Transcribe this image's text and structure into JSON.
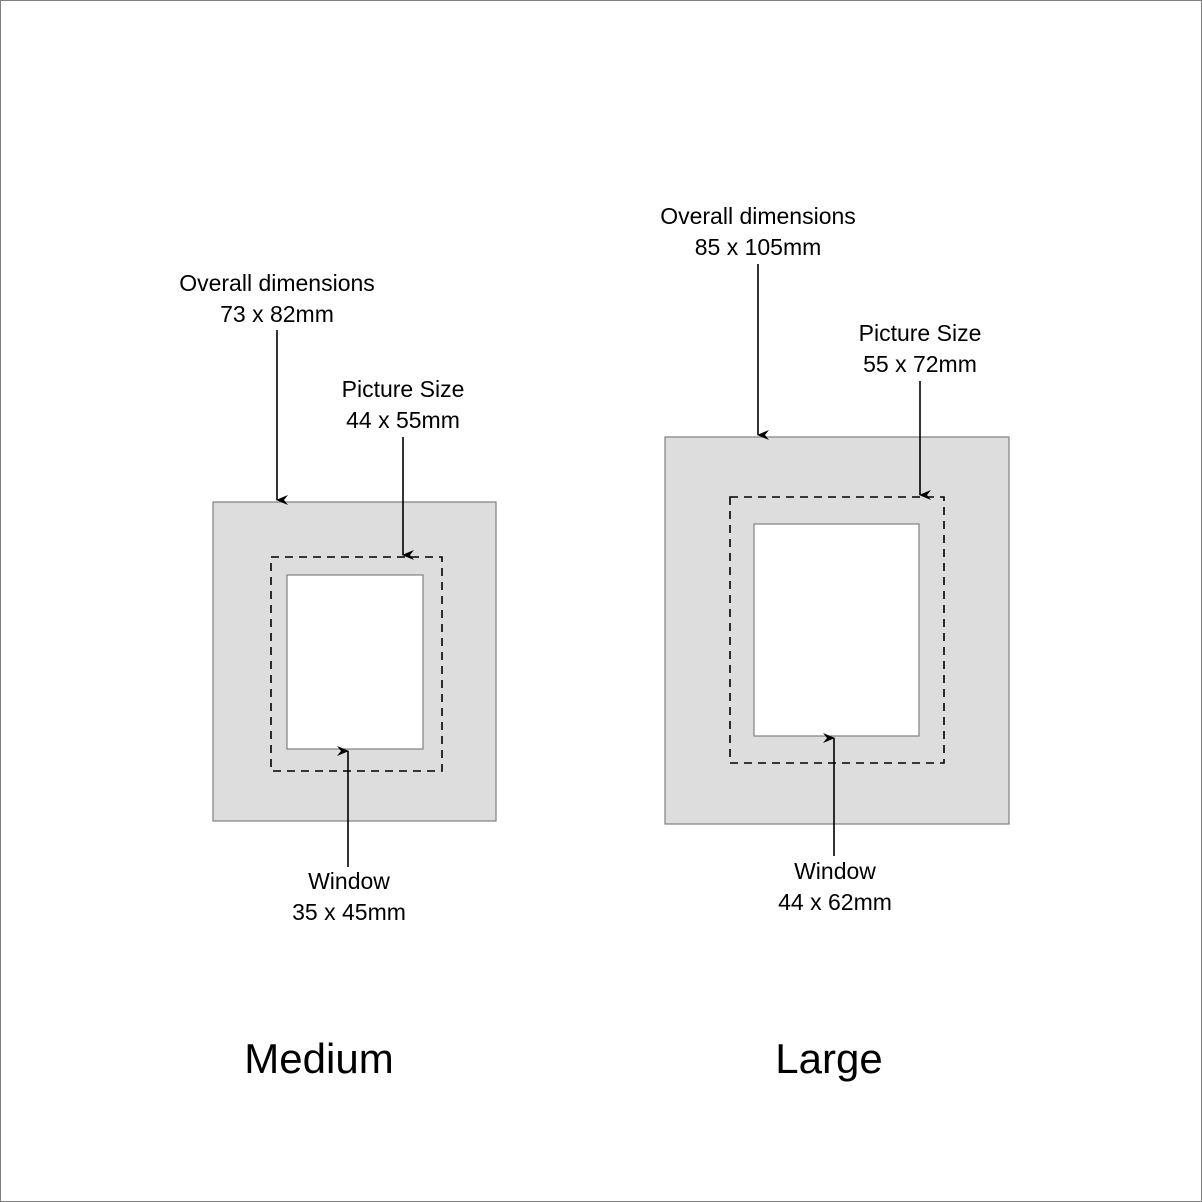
{
  "colors": {
    "mount_fill": "#dddddd",
    "mount_stroke": "#808080",
    "window_fill": "#ffffff",
    "arrow": "#000000"
  },
  "diagrams": [
    {
      "title": "Medium",
      "overall": {
        "label": "Overall dimensions",
        "value": "73 x 82mm"
      },
      "picture": {
        "label": "Picture Size",
        "value": "44 x 55mm"
      },
      "window": {
        "label": "Window",
        "value": "35 x 45mm"
      }
    },
    {
      "title": "Large",
      "overall": {
        "label": "Overall dimensions",
        "value": "85 x 105mm"
      },
      "picture": {
        "label": "Picture Size",
        "value": "55 x 72mm"
      },
      "window": {
        "label": "Window",
        "value": "44 x 62mm"
      }
    }
  ]
}
